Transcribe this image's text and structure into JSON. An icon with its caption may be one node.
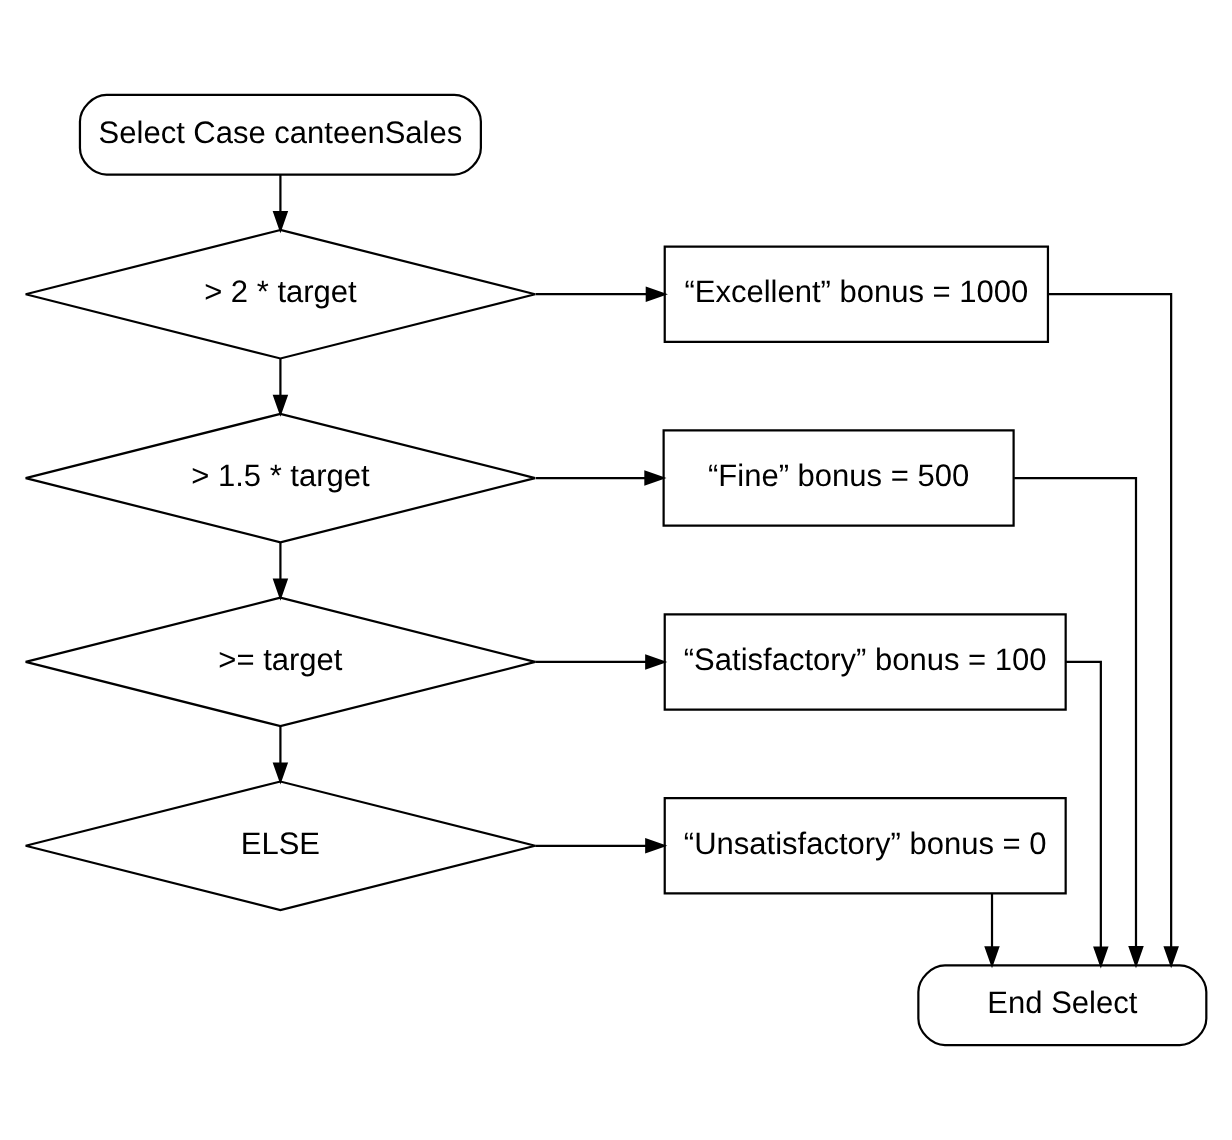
{
  "diagram": {
    "nodes": [
      {
        "text": [
          "Select Case canteenSales"
        ]
      },
      {
        "text": [
          "> 2 * target"
        ]
      },
      {
        "text": [
          "“Excellent” bonus = 1000"
        ]
      },
      {
        "text": [
          "> 1.5 * target"
        ]
      },
      {
        "text": [
          "“Fine” bonus = 500"
        ]
      },
      {
        "text": [
          ">= target"
        ]
      },
      {
        "text": [
          "“Satisfactory” bonus = 100"
        ]
      },
      {
        "text": [
          "ELSE"
        ]
      },
      {
        "text": [
          "“Unsatisfactory” bonus = 0"
        ]
      },
      {
        "text": [
          "End Select"
        ]
      }
    ],
    "edges": [
      {
        "from": 0,
        "to": 1,
        "arrow": "to"
      },
      {
        "from": 1,
        "to": 2,
        "arrow": "to"
      },
      {
        "from": 1,
        "to": 3,
        "arrow": "to"
      },
      {
        "from": 3,
        "to": 4,
        "arrow": "to"
      },
      {
        "from": 3,
        "to": 5,
        "arrow": "to"
      },
      {
        "from": 5,
        "to": 6,
        "arrow": "to"
      },
      {
        "from": 5,
        "to": 7,
        "arrow": "to"
      },
      {
        "from": 7,
        "to": 8,
        "arrow": "to"
      },
      {
        "from": 2,
        "to": 9,
        "arrow": "to"
      },
      {
        "from": 4,
        "to": 9,
        "arrow": "to"
      },
      {
        "from": 6,
        "to": 9,
        "arrow": "to"
      },
      {
        "from": 8,
        "to": 9,
        "arrow": "to"
      }
    ]
  }
}
